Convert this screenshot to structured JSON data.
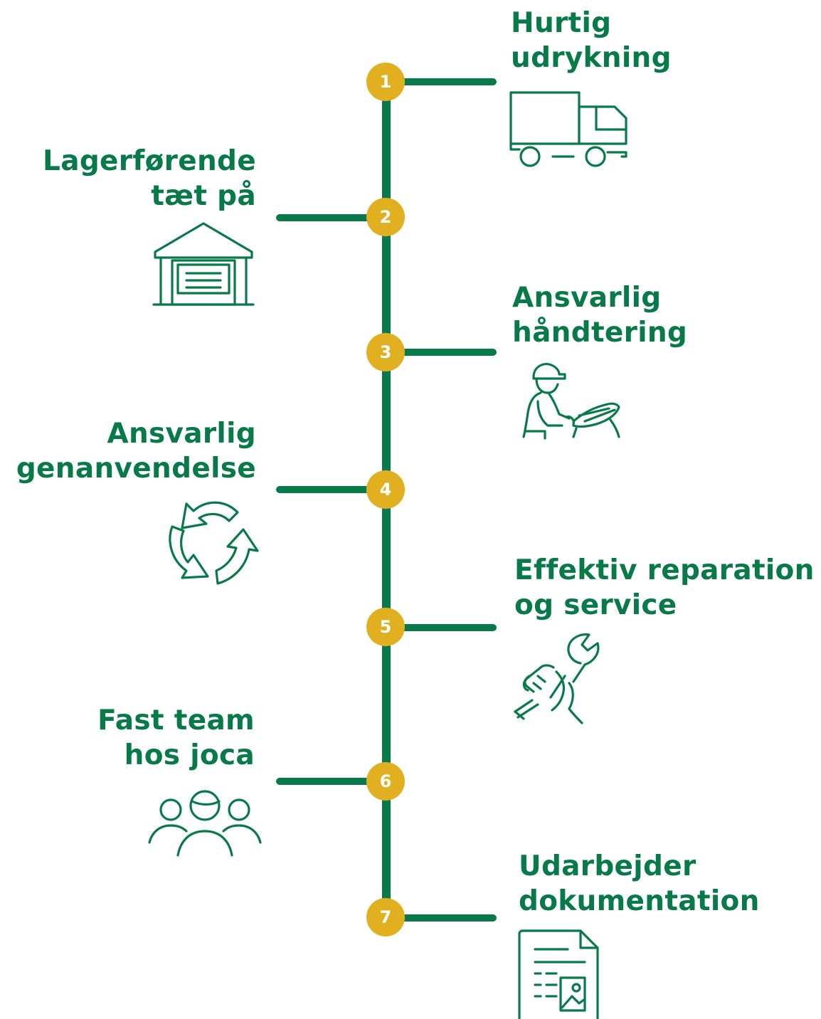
{
  "colors": {
    "green": "#087a4a",
    "gold": "#e0b021"
  },
  "steps": [
    {
      "number": "1",
      "line1": "Hurtig",
      "line2": "udrykning",
      "side": "right",
      "icon": "truck-icon"
    },
    {
      "number": "2",
      "line1": "Lagerførende",
      "line2": "tæt på",
      "side": "left",
      "icon": "warehouse-icon"
    },
    {
      "number": "3",
      "line1": "Ansvarlig",
      "line2": "håndtering",
      "side": "right",
      "icon": "worker-icon"
    },
    {
      "number": "4",
      "line1": "Ansvarlig",
      "line2": "genanvendelse",
      "side": "left",
      "icon": "recycle-icon"
    },
    {
      "number": "5",
      "line1": "Effektiv reparation",
      "line2": "og service",
      "side": "right",
      "icon": "wrench-hand-icon"
    },
    {
      "number": "6",
      "line1": "Fast team",
      "line2": "hos joca",
      "side": "left",
      "icon": "team-icon"
    },
    {
      "number": "7",
      "line1": "Udarbejder",
      "line2": "dokumentation",
      "side": "right",
      "icon": "document-icon"
    }
  ]
}
